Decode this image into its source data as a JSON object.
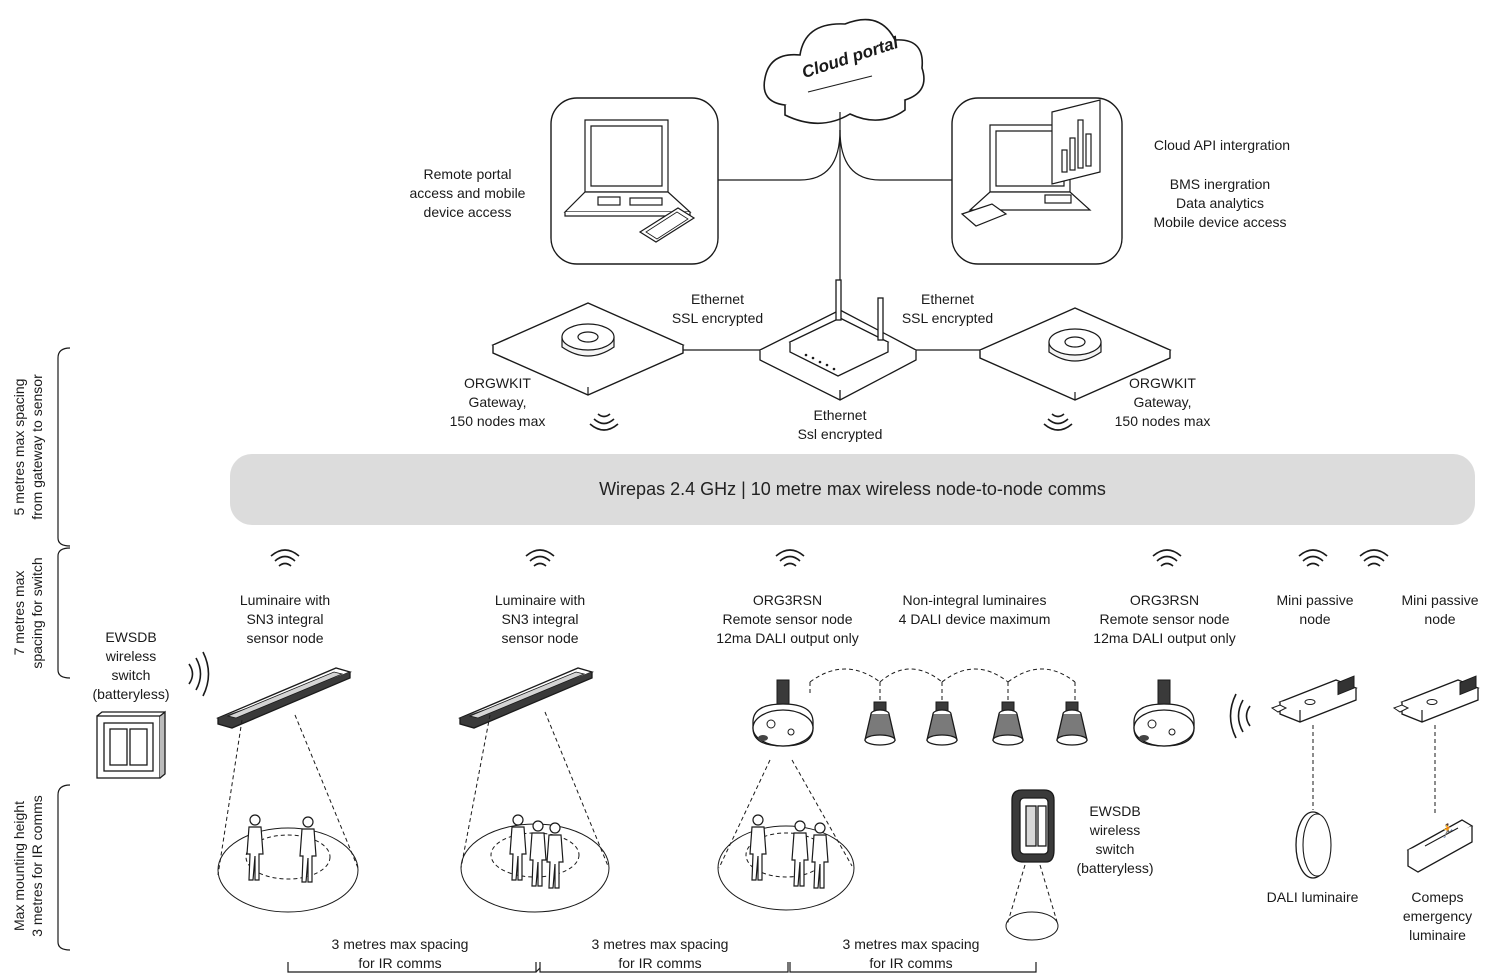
{
  "cloud": {
    "label": "Cloud portal"
  },
  "left_access": {
    "lines": [
      "Remote portal",
      "access and mobile",
      "device access"
    ]
  },
  "right_access": {
    "title": "Cloud API intergration",
    "lines": [
      "BMS inergration",
      "Data analytics",
      "Mobile device access"
    ]
  },
  "links": {
    "ethernet_left": [
      "Ethernet",
      "SSL encrypted"
    ],
    "ethernet_right": [
      "Ethernet",
      "SSL encrypted"
    ],
    "ethernet_center": [
      "Ethernet",
      "Ssl encrypted"
    ]
  },
  "gateway_left": {
    "lines": [
      "ORGWKIT",
      "Gateway,",
      "150 nodes max"
    ]
  },
  "gateway_right": {
    "lines": [
      "ORGWKIT",
      "Gateway,",
      "150 nodes max"
    ]
  },
  "mesh_band": {
    "label": "Wirepas 2.4 GHz | 10 metre max wireless node-to-node comms"
  },
  "side_labels": {
    "gateway_spacing": [
      "5 metres max spacing",
      "from gateway to sensor"
    ],
    "switch_spacing": [
      "7 metres max",
      "spacing for switch"
    ],
    "mounting_height": [
      "Max mounting height",
      "3 metres for IR comms"
    ]
  },
  "nodes": {
    "switch_left": [
      "EWSDB",
      "wireless",
      "switch",
      "(batteryless)"
    ],
    "luminaire_1": [
      "Luminaire with",
      "SN3 integral",
      "sensor node"
    ],
    "luminaire_2": [
      "Luminaire with",
      "SN3 integral",
      "sensor node"
    ],
    "remote_sensor_1": [
      "ORG3RSN",
      "Remote sensor node",
      "12ma DALI output only"
    ],
    "non_integral": [
      "Non-integral luminaires",
      "4 DALI device maximum"
    ],
    "remote_sensor_2": [
      "ORG3RSN",
      "Remote sensor node",
      "12ma DALI output only"
    ],
    "mini_passive_1": [
      "Mini passive",
      "node"
    ],
    "mini_passive_2": [
      "Mini passive",
      "node"
    ],
    "switch_floor": [
      "EWSDB",
      "wireless",
      "switch",
      "(batteryless)"
    ],
    "dali_luminaire": [
      "DALI luminaire"
    ],
    "emergency": [
      "Comeps",
      "emergency",
      "luminaire"
    ]
  },
  "spacing_labels": [
    [
      "3 metres max spacing",
      "for IR comms"
    ],
    [
      "3 metres max spacing",
      "for IR comms"
    ],
    [
      "3 metres max spacing",
      "for IR comms"
    ]
  ],
  "colors": {
    "line": "#1a1a1a",
    "band": "#dcdcdc",
    "device_fill": "#ffffff",
    "dark": "#3a3a3a"
  }
}
